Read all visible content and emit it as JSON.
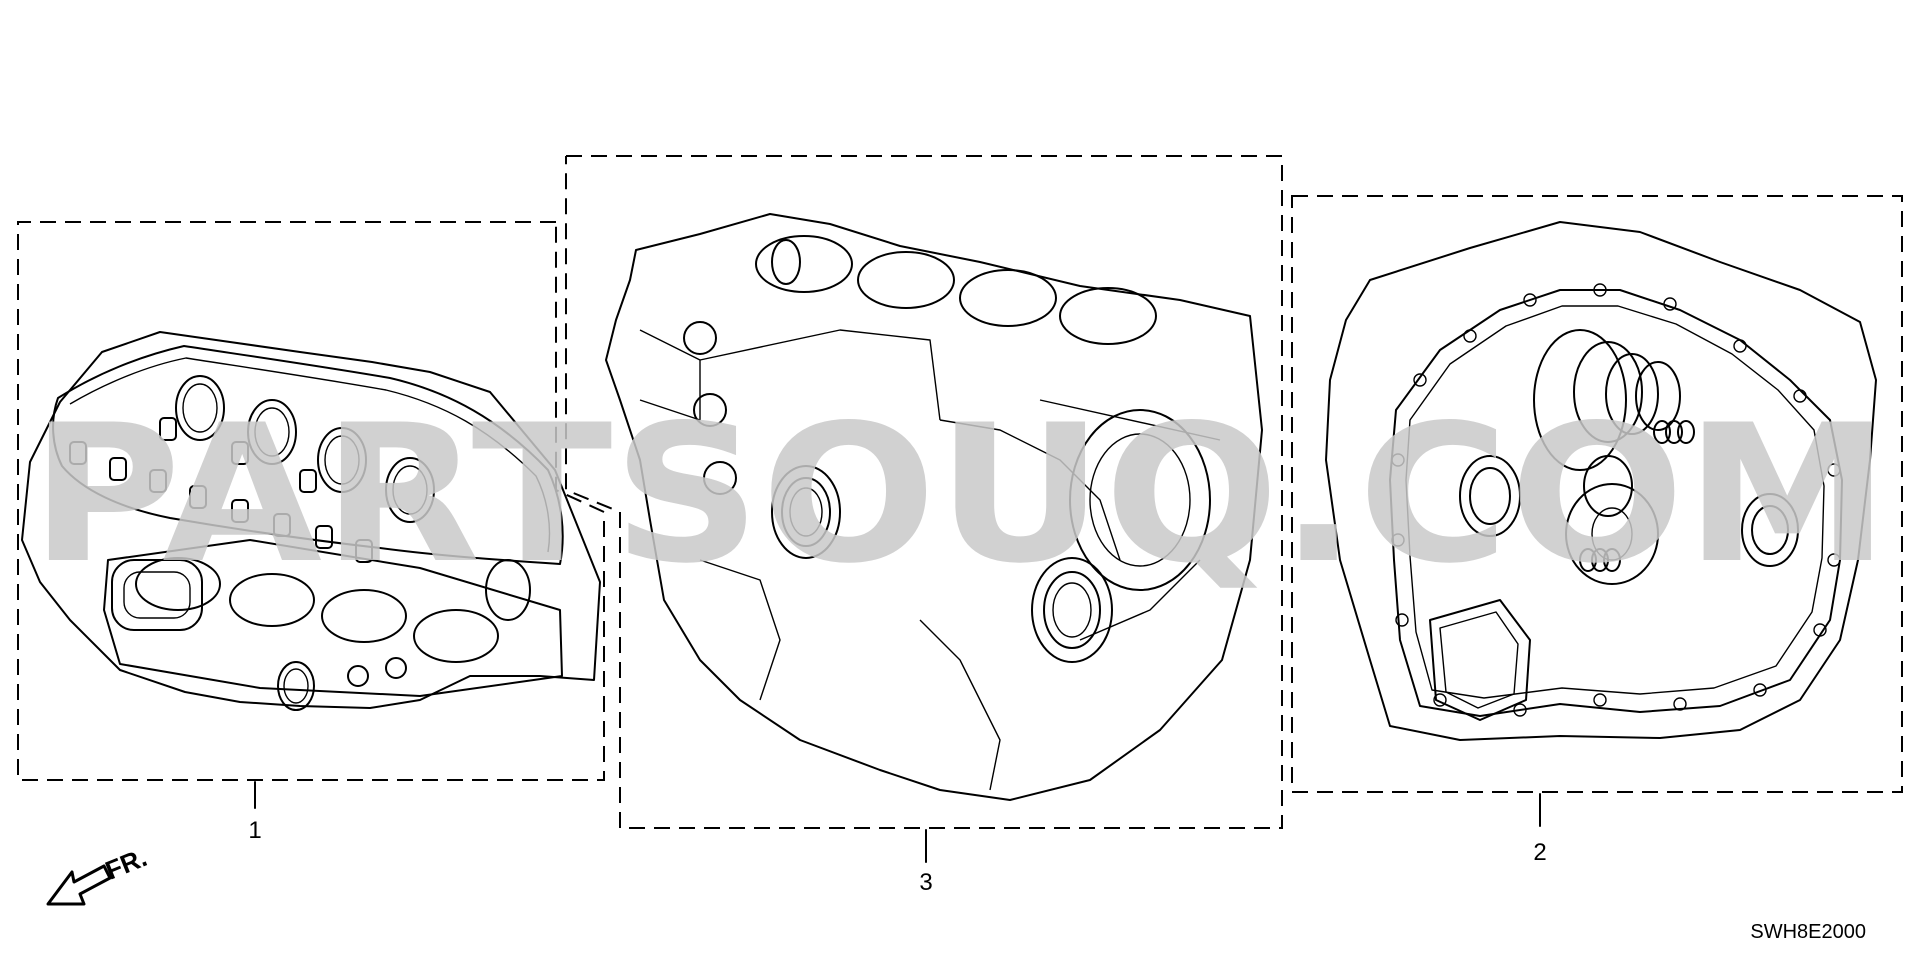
{
  "callouts": [
    {
      "id": "1",
      "text": "1"
    },
    {
      "id": "2",
      "text": "2"
    },
    {
      "id": "3",
      "text": "3"
    }
  ],
  "direction_label": "FR.",
  "diagram_code": "SWH8E2000",
  "watermark": "PARTSOUQ.COM",
  "colors": {
    "line": "#000000",
    "watermark": "#c9c9c9",
    "background": "#ffffff"
  }
}
